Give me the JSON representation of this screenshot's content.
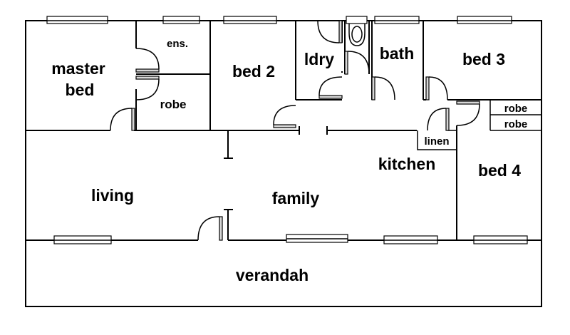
{
  "diagram": {
    "type": "floor-plan",
    "rooms": {
      "master_bed_line1": "master",
      "master_bed_line2": "bed",
      "ensuite": "ens.",
      "master_robe": "robe",
      "bed2": "bed 2",
      "laundry": "ldry",
      "bath": "bath",
      "bed3": "bed 3",
      "robe_a": "robe",
      "robe_b": "robe",
      "linen": "linen",
      "kitchen": "kitchen",
      "bed4": "bed 4",
      "living": "living",
      "family": "family",
      "verandah": "verandah"
    }
  }
}
